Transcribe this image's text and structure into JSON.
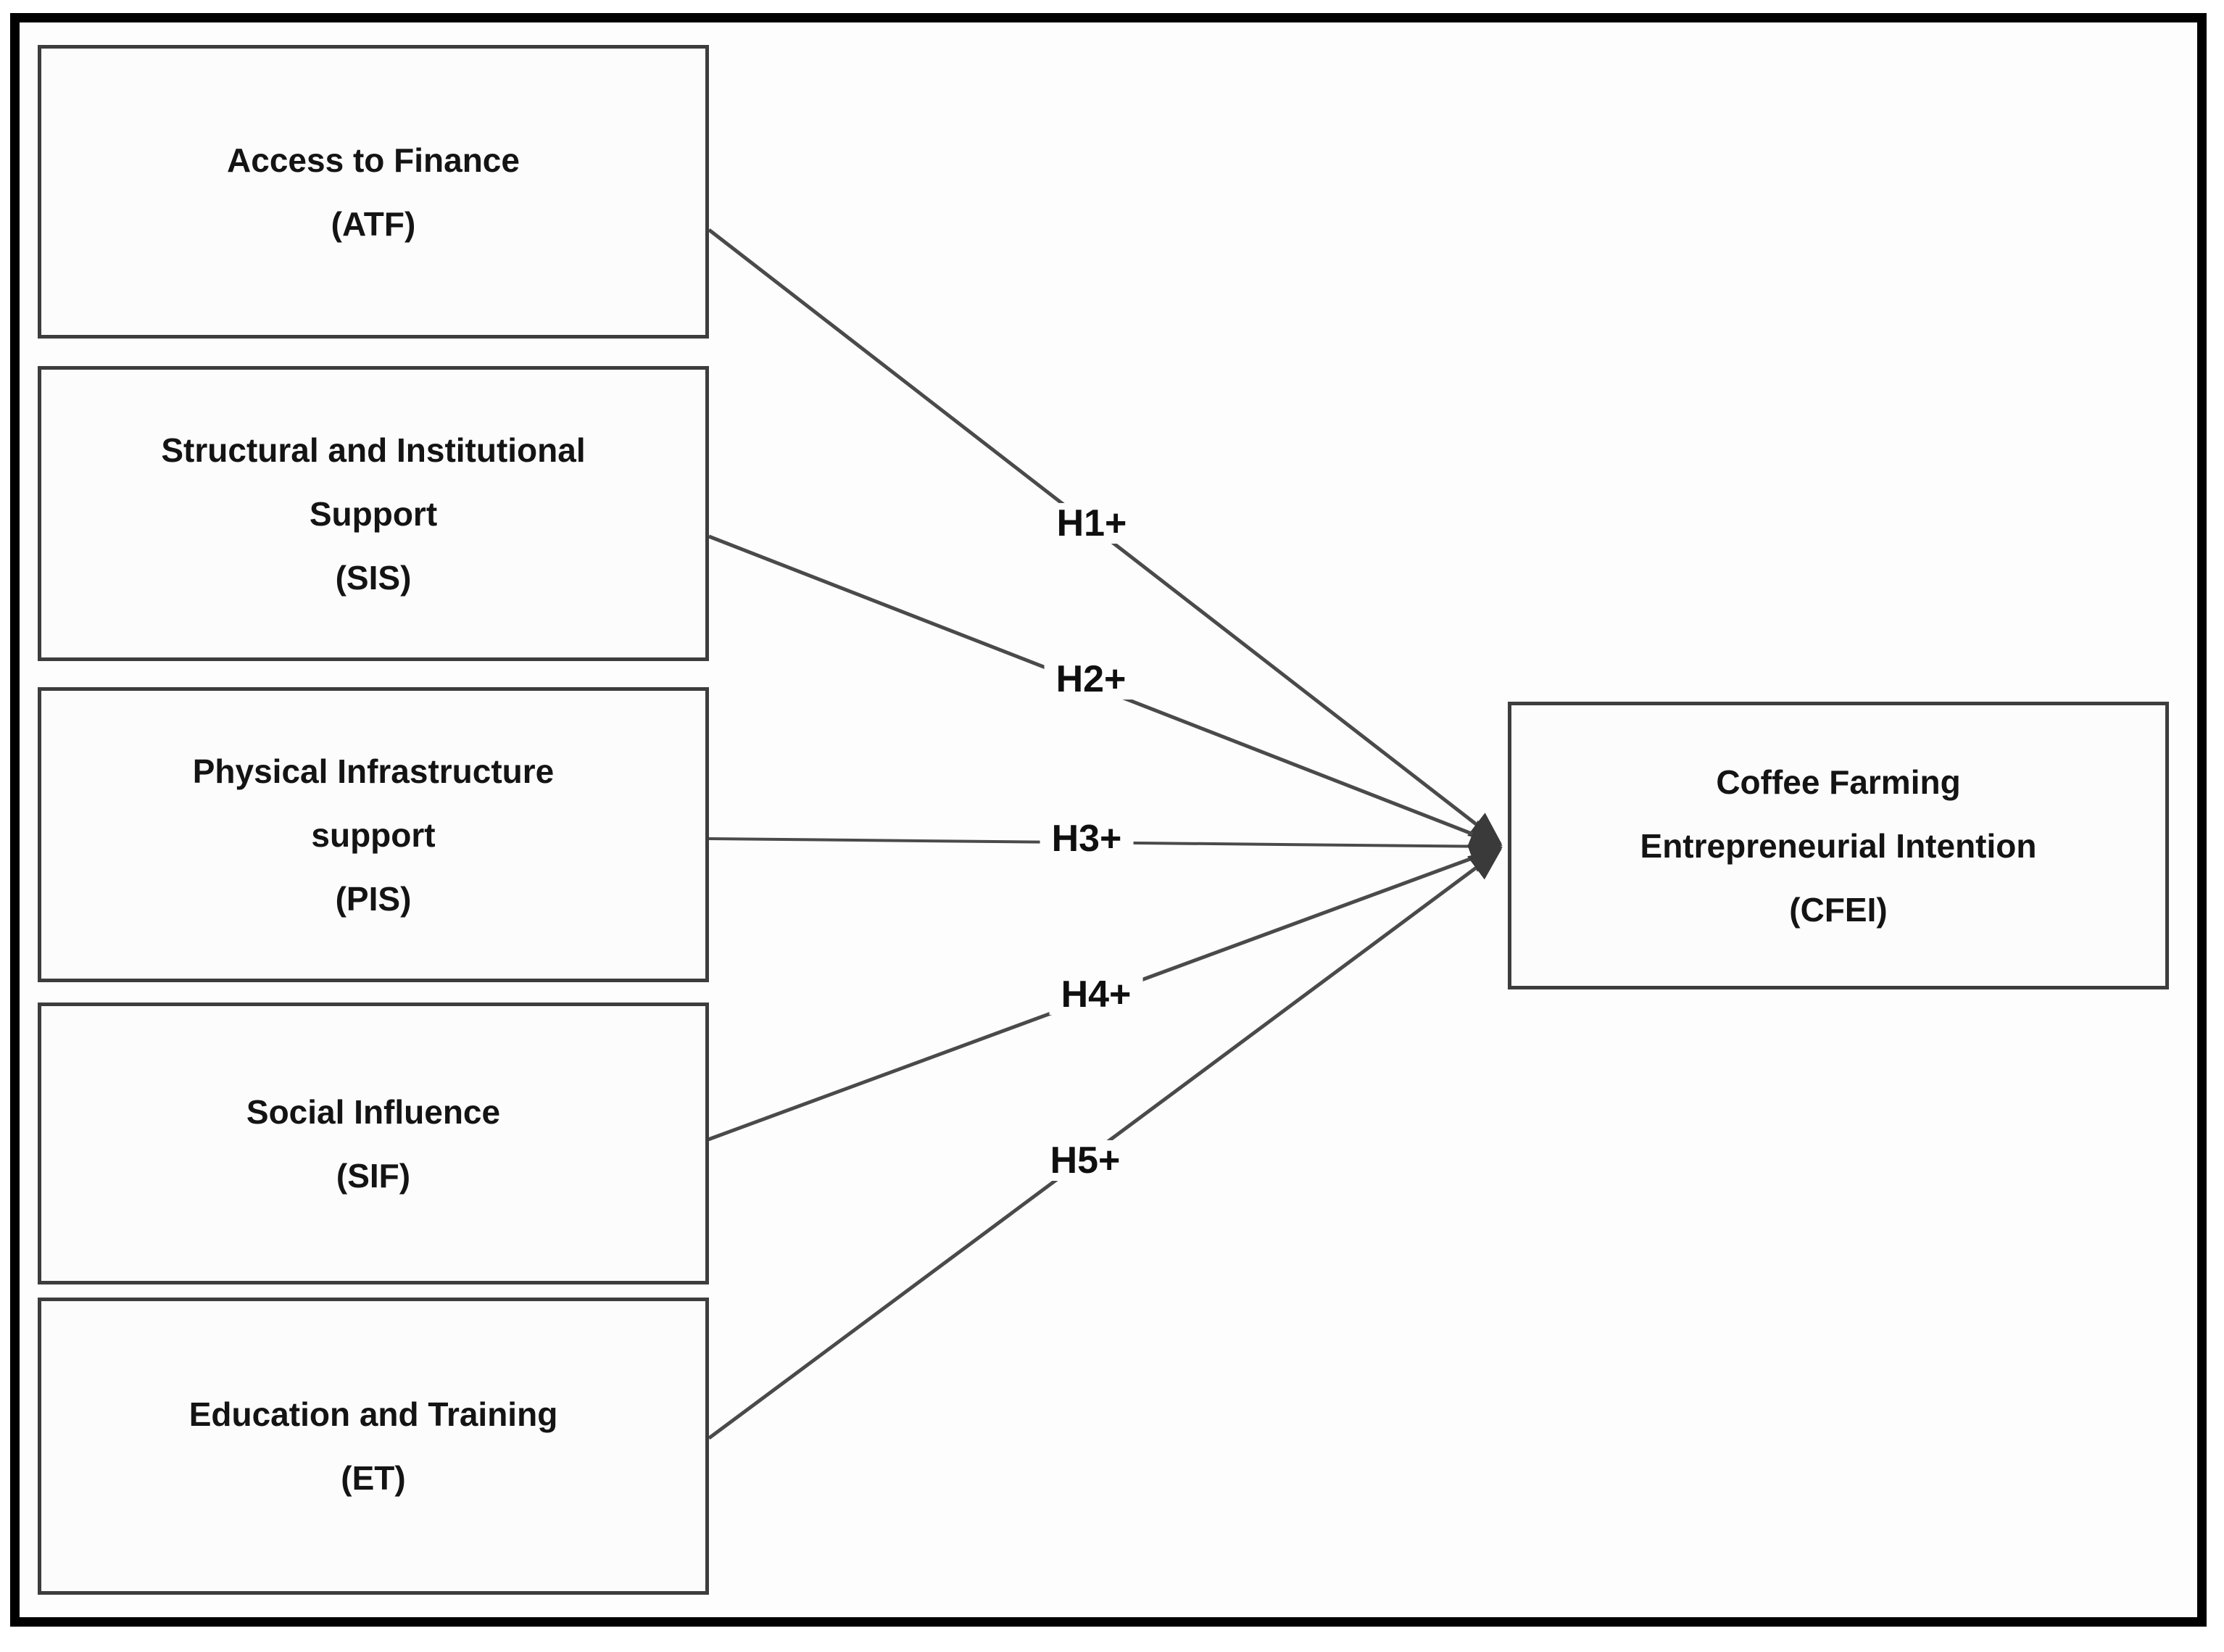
{
  "diagram": {
    "title_hint": "Conceptual framework of coffee farming entrepreneurial intention",
    "predictors": [
      {
        "id": "ATF",
        "lines": [
          "Access to Finance",
          "(ATF)"
        ]
      },
      {
        "id": "SIS",
        "lines": [
          "Structural and Institutional",
          "Support",
          "(SIS)"
        ]
      },
      {
        "id": "PIS",
        "lines": [
          "Physical Infrastructure",
          "support",
          "(PIS)"
        ]
      },
      {
        "id": "SIF",
        "lines": [
          "Social Influence",
          "(SIF)"
        ]
      },
      {
        "id": "ET",
        "lines": [
          "Education and Training",
          "(ET)"
        ]
      }
    ],
    "outcome": {
      "id": "CFEI",
      "lines": [
        "Coffee Farming",
        "Entrepreneurial Intention",
        "(CFEI)"
      ]
    },
    "hypotheses": [
      {
        "label": "H1+",
        "from": "ATF",
        "to": "CFEI"
      },
      {
        "label": "H2+",
        "from": "SIS",
        "to": "CFEI"
      },
      {
        "label": "H3+",
        "from": "PIS",
        "to": "CFEI"
      },
      {
        "label": "H4+",
        "from": "SIF",
        "to": "CFEI"
      },
      {
        "label": "H5+",
        "from": "ET",
        "to": "CFEI"
      }
    ],
    "colors": {
      "frame_border": "#000000",
      "box_border": "#3d3d3d",
      "connector": "#4a4a4a",
      "text": "#141414",
      "background": "#fdfdfd"
    }
  }
}
